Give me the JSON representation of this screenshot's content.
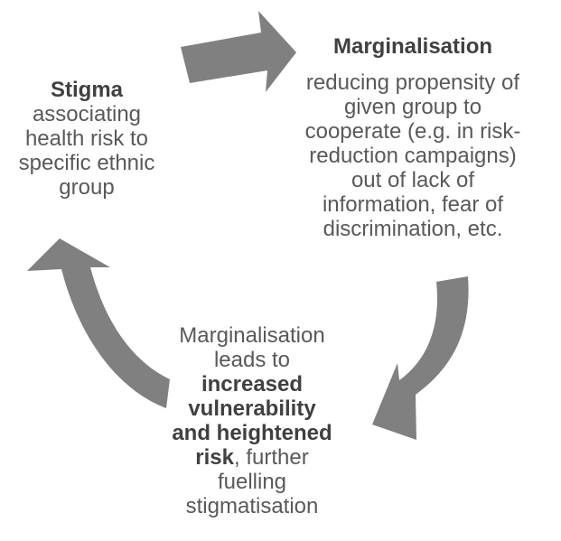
{
  "diagram": {
    "arrow_color": "#808080",
    "text_color": "#595959",
    "title_color": "#404040",
    "nodes": {
      "stigma": {
        "title": "Stigma",
        "lines": [
          "associating",
          "health risk to",
          "specific ethnic",
          "group"
        ]
      },
      "marginalisation": {
        "title": "Marginalisation",
        "lines": [
          "reducing propensity of",
          "given group to",
          "cooperate (e.g. in risk-",
          "reduction campaigns)",
          "out of lack of",
          "information, fear of",
          "discrimination, etc."
        ]
      },
      "vulnerability": {
        "line1": "Marginalisation",
        "line2": "leads to",
        "bold1": "increased",
        "bold2": "vulnerability",
        "bold3": "and heightened",
        "bold4": "risk",
        "line5_rest": ", further",
        "line6": "fuelling",
        "line7": "stigmatisation"
      }
    }
  }
}
